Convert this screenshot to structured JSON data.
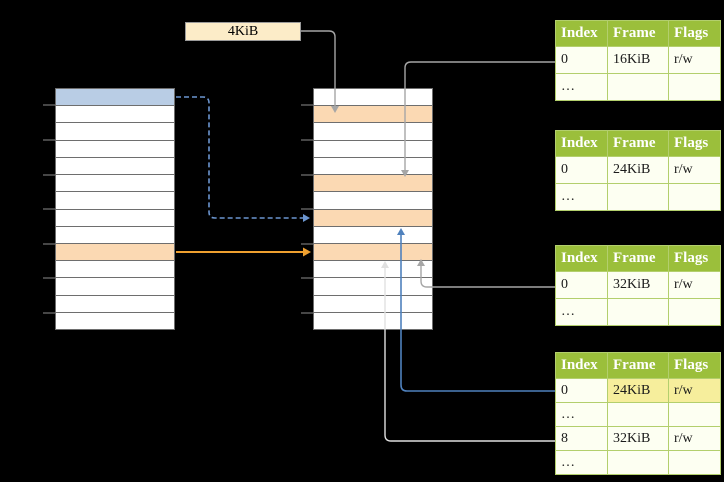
{
  "page_size_label": "4KiB",
  "colors": {
    "background": "#000000",
    "row_white": "#ffffff",
    "row_blue": "#b9cde5",
    "row_orange": "#fbd9b3",
    "box_fill": "#fcecc8",
    "box_border": "#9a9a9a",
    "grid_line": "#6e6e6e",
    "table_header_bg": "#9bbf3b",
    "table_border": "#b3cf6d",
    "table_cell_bg": "#fdfff2",
    "table_header_text": "#ffffff",
    "table_cell_text": "#1a1a1a",
    "highlight_yellow": "#f6ee9c",
    "arrow_gray": "#a6a6a6",
    "arrow_blue_dashed": "#6b95cf",
    "arrow_blue_solid": "#4f81bd",
    "arrow_orange": "#efa02f",
    "arrow_white": "#e0e0e0",
    "tick_color": "#8c8c8c"
  },
  "left_column": {
    "rows": [
      "blue",
      "white",
      "white",
      "white",
      "white",
      "white",
      "white",
      "white",
      "white",
      "orange",
      "white",
      "white",
      "white",
      "white"
    ]
  },
  "middle_column": {
    "rows": [
      "white",
      "orange",
      "white",
      "white",
      "white",
      "orange",
      "white",
      "orange",
      "white",
      "orange",
      "white",
      "white",
      "white",
      "white"
    ]
  },
  "tables": [
    {
      "headers": [
        "Index",
        "Frame",
        "Flags"
      ],
      "rows": [
        {
          "cells": [
            "0",
            "16KiB",
            "r/w"
          ]
        },
        {
          "cells": [
            "…",
            "",
            ""
          ]
        }
      ]
    },
    {
      "headers": [
        "Index",
        "Frame",
        "Flags"
      ],
      "rows": [
        {
          "cells": [
            "0",
            "24KiB",
            "r/w"
          ]
        },
        {
          "cells": [
            "…",
            "",
            ""
          ]
        }
      ]
    },
    {
      "headers": [
        "Index",
        "Frame",
        "Flags"
      ],
      "rows": [
        {
          "cells": [
            "0",
            "32KiB",
            "r/w"
          ]
        },
        {
          "cells": [
            "…",
            "",
            ""
          ]
        }
      ]
    },
    {
      "headers": [
        "Index",
        "Frame",
        "Flags"
      ],
      "compact": true,
      "rows": [
        {
          "cells": [
            "0",
            "24KiB",
            "r/w"
          ],
          "highlight": [
            false,
            true,
            true
          ]
        },
        {
          "cells": [
            "…",
            "",
            ""
          ]
        },
        {
          "cells": [
            "8",
            "32KiB",
            "r/w"
          ]
        },
        {
          "cells": [
            "…",
            "",
            ""
          ]
        }
      ]
    }
  ],
  "ticks": {
    "columns": [
      55,
      313
    ],
    "ys": [
      105,
      140,
      175,
      209,
      244,
      278,
      313
    ]
  }
}
